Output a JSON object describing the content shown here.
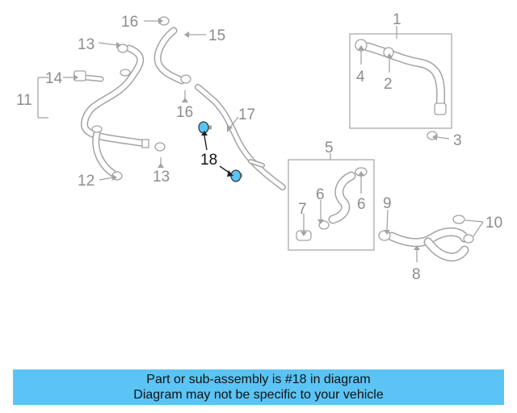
{
  "callouts": {
    "c1": "1",
    "c2": "2",
    "c3": "3",
    "c4": "4",
    "c5": "5",
    "c6a": "6",
    "c6b": "6",
    "c7": "7",
    "c8": "8",
    "c9": "9",
    "c10": "10",
    "c11": "11",
    "c12": "12",
    "c13a": "13",
    "c13b": "13",
    "c14": "14",
    "c15": "15",
    "c16a": "16",
    "c16b": "16",
    "c17": "17",
    "c18": "18"
  },
  "highlighted_part": "18",
  "colors": {
    "banner_bg": "#5bc4f5",
    "highlight_part": "#5bc4f5",
    "lines": "#a3a3a3"
  },
  "banner": {
    "line1": "Part or sub-assembly is #18 in diagram",
    "line2": "Diagram may not be specific to your vehicle"
  }
}
